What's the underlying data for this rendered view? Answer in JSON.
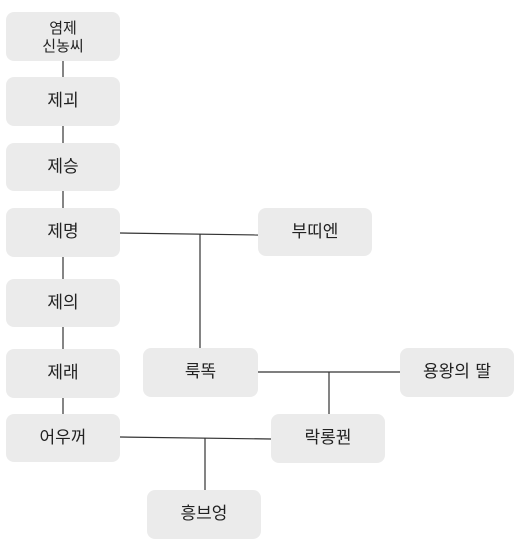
{
  "diagram": {
    "nodes": {
      "yeomje": {
        "line1": "염제",
        "line2": "신농씨"
      },
      "jegoe": {
        "label": "제괴"
      },
      "jeseung": {
        "label": "제승"
      },
      "jemyeong": {
        "label": "제명"
      },
      "butti_en": {
        "label": "부띠엔"
      },
      "jeui": {
        "label": "제의"
      },
      "jerae": {
        "label": "제래"
      },
      "rukttok": {
        "label": "룩똑"
      },
      "yongwang_ttal": {
        "label": "용왕의 딸"
      },
      "eoukkeo": {
        "label": "어우꺼"
      },
      "rakrongkwon": {
        "label": "락롱꿘"
      },
      "heungbeuong": {
        "label": "흥브엉"
      }
    },
    "edges": [
      {
        "from": "염제 신농씨",
        "to": "제괴",
        "type": "parent-child"
      },
      {
        "from": "제괴",
        "to": "제승",
        "type": "parent-child"
      },
      {
        "from": "제승",
        "to": "제명",
        "type": "parent-child"
      },
      {
        "from": "제명",
        "to": "제의",
        "type": "parent-child"
      },
      {
        "from": "제의",
        "to": "제래",
        "type": "parent-child"
      },
      {
        "from": "제래",
        "to": "어우꺼",
        "type": "parent-child"
      },
      {
        "from": "제명",
        "to": "부띠엔",
        "type": "marriage",
        "child": "룩똑"
      },
      {
        "from": "룩똑",
        "to": "용왕의 딸",
        "type": "marriage",
        "child": "락롱꿘"
      },
      {
        "from": "어우꺼",
        "to": "락롱꿘",
        "type": "marriage",
        "child": "흥브엉"
      }
    ],
    "colors": {
      "node_fill": "#ebebeb",
      "edge": "#333333",
      "text": "#222222"
    }
  }
}
